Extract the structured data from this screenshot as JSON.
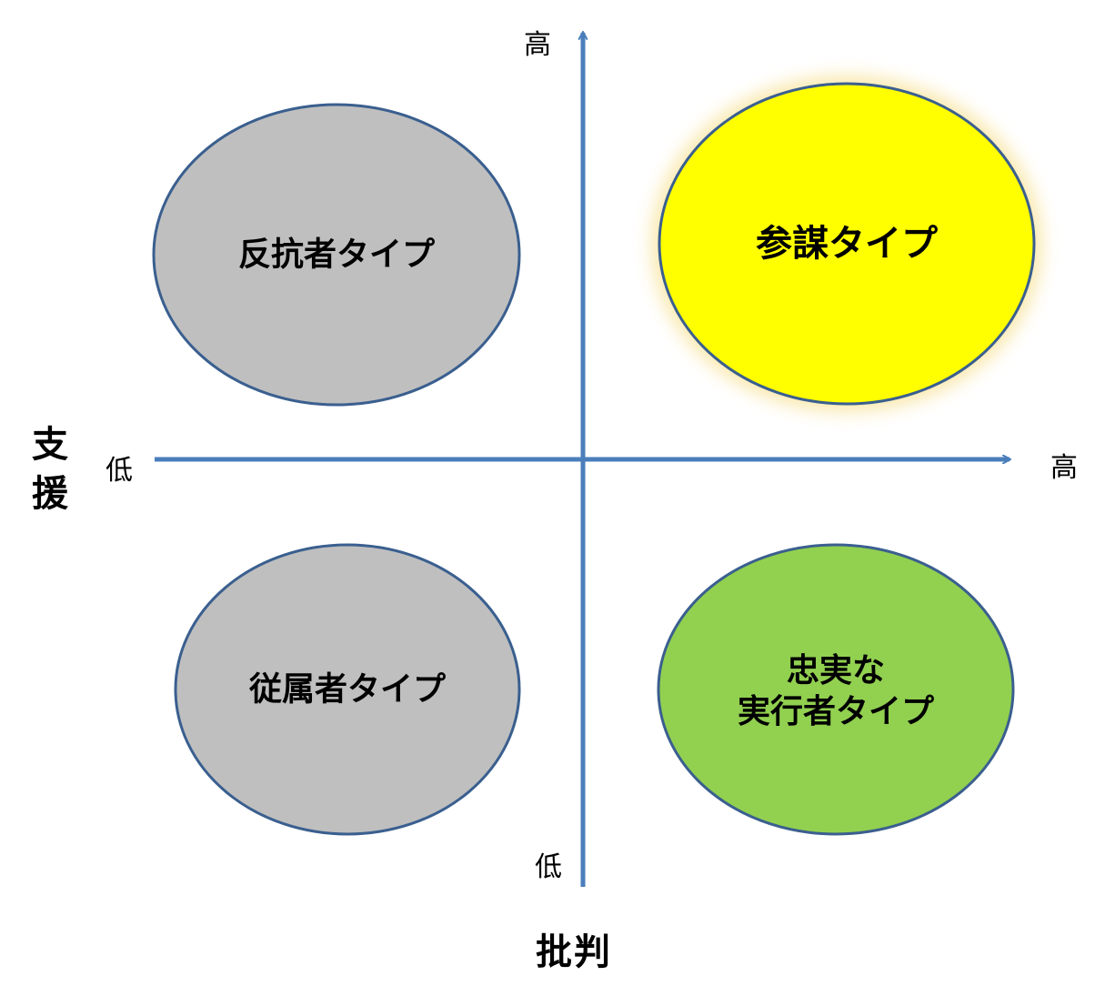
{
  "axes": {
    "vertical": {
      "title": "批判",
      "high_label": "高",
      "low_label": "低"
    },
    "horizontal": {
      "title": "支援",
      "high_label": "高",
      "low_label": "低"
    }
  },
  "quadrants": [
    {
      "label": "反抗者タイプ",
      "color": "#bfbfbf"
    },
    {
      "label": "参謀タイプ",
      "color": "#ffff00",
      "highlighted": true
    },
    {
      "label": "従属者タイプ",
      "color": "#bfbfbf"
    },
    {
      "label_line1": "忠実な",
      "label_line2": "実行者タイプ",
      "color": "#92d050"
    }
  ],
  "colors": {
    "axis": "#4a7ebb",
    "ellipse_border": "#3a5f8f",
    "glow": "#f5d76e"
  }
}
